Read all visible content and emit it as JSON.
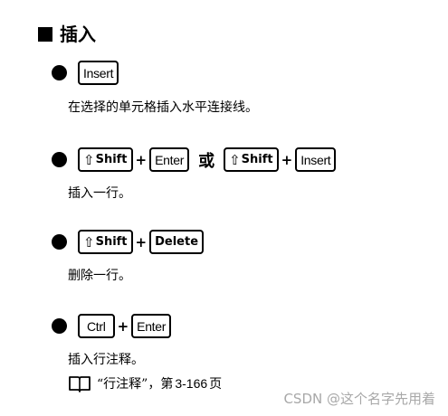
{
  "heading": {
    "title": "插入"
  },
  "items": [
    {
      "keys": [
        "Insert"
      ],
      "description": "在选择的单元格插入水平连接线。"
    },
    {
      "keys_a": [
        "Shift",
        "Enter"
      ],
      "or_label": "或",
      "keys_b": [
        "Shift",
        "Insert"
      ],
      "description": "插入一行。"
    },
    {
      "keys": [
        "Shift",
        "Delete"
      ],
      "description": "删除一行。"
    },
    {
      "keys": [
        "Ctrl",
        "Enter"
      ],
      "description": "插入行注释。"
    }
  ],
  "plus_sign": "+",
  "shift_glyph": "⇧",
  "reference": {
    "icon": "book-icon",
    "text_prefix": "“行注释”，第",
    "page": "3-166",
    "text_suffix": "页"
  },
  "watermark": "CSDN @这个名字先用着"
}
